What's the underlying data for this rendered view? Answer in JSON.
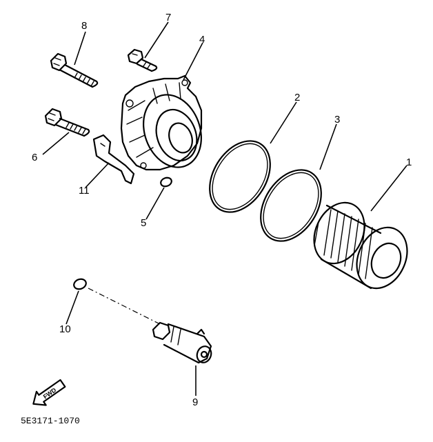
{
  "diagram": {
    "callouts": [
      {
        "id": "1",
        "label": "1"
      },
      {
        "id": "2",
        "label": "2"
      },
      {
        "id": "3",
        "label": "3"
      },
      {
        "id": "4",
        "label": "4"
      },
      {
        "id": "5",
        "label": "5"
      },
      {
        "id": "6",
        "label": "6"
      },
      {
        "id": "7",
        "label": "7"
      },
      {
        "id": "8",
        "label": "8"
      },
      {
        "id": "9",
        "label": "9"
      },
      {
        "id": "10",
        "label": "10"
      },
      {
        "id": "11",
        "label": "11"
      }
    ],
    "forward_arrow_text": "FWD",
    "drawing_code": "5E3171-1070"
  }
}
